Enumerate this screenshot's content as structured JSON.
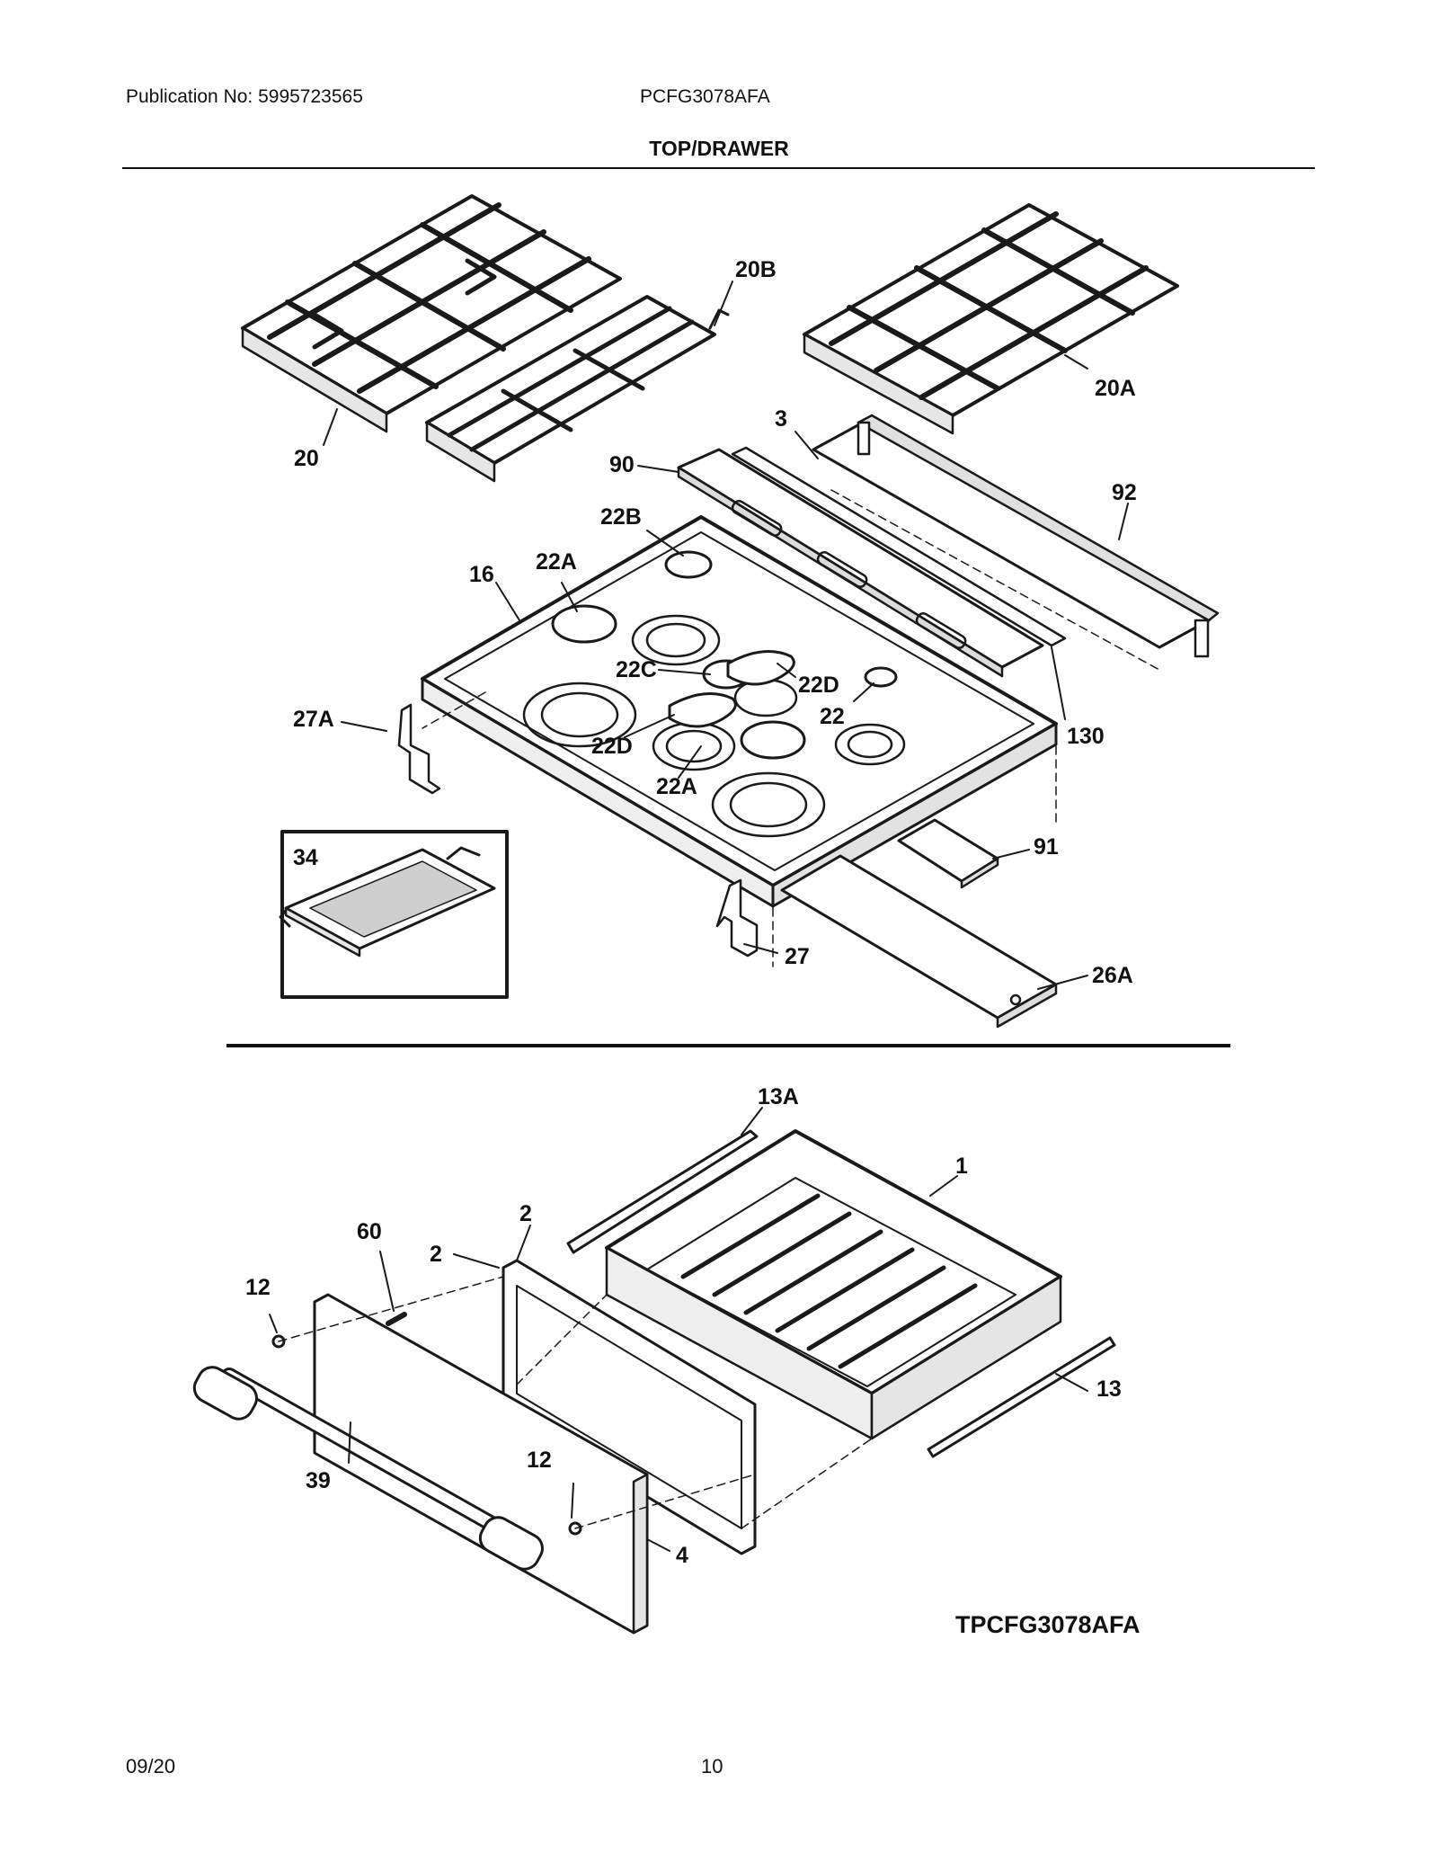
{
  "header": {
    "publication": "Publication No: 5995723565",
    "model": "PCFG3078AFA",
    "section_title": "TOP/DRAWER"
  },
  "callouts": {
    "c20B": "20B",
    "c20A": "20A",
    "c20": "20",
    "c3": "3",
    "c90": "90",
    "c92": "92",
    "c22B": "22B",
    "c16": "16",
    "c22A_top": "22A",
    "c22C": "22C",
    "c22D_right": "22D",
    "c22": "22",
    "c27A": "27A",
    "c22D_left": "22D",
    "c130": "130",
    "c22A_bottom": "22A",
    "c34": "34",
    "c91": "91",
    "c27": "27",
    "c26A": "26A",
    "c13A": "13A",
    "c1": "1",
    "c2_top": "2",
    "c60": "60",
    "c2_left": "2",
    "c12_left": "12",
    "c13": "13",
    "c12_bottom": "12",
    "c39": "39",
    "c4": "4"
  },
  "drawing_id": "TPCFG3078AFA",
  "footer": {
    "date": "09/20",
    "page_number": "10"
  }
}
